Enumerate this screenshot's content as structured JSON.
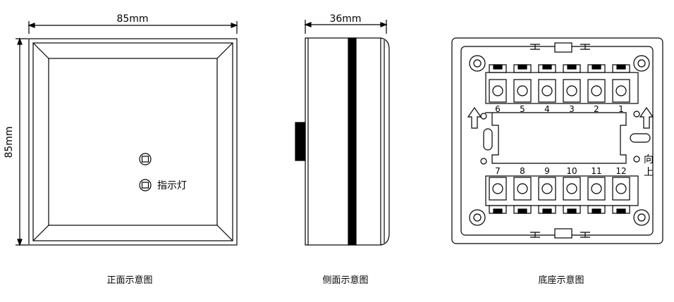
{
  "front": {
    "width_dim": "85mm",
    "height_dim": "85mm",
    "indicator_label": "指示灯",
    "caption": "正面示意图"
  },
  "side": {
    "depth_dim": "36mm",
    "caption": "侧面示意图"
  },
  "base": {
    "top_terminals": [
      "6",
      "5",
      "4",
      "3",
      "2",
      "1"
    ],
    "bottom_terminals": [
      "7",
      "8",
      "9",
      "10",
      "11",
      "12"
    ],
    "up_label_line1": "向",
    "up_label_line2": "上",
    "caption": "底座示意图"
  }
}
